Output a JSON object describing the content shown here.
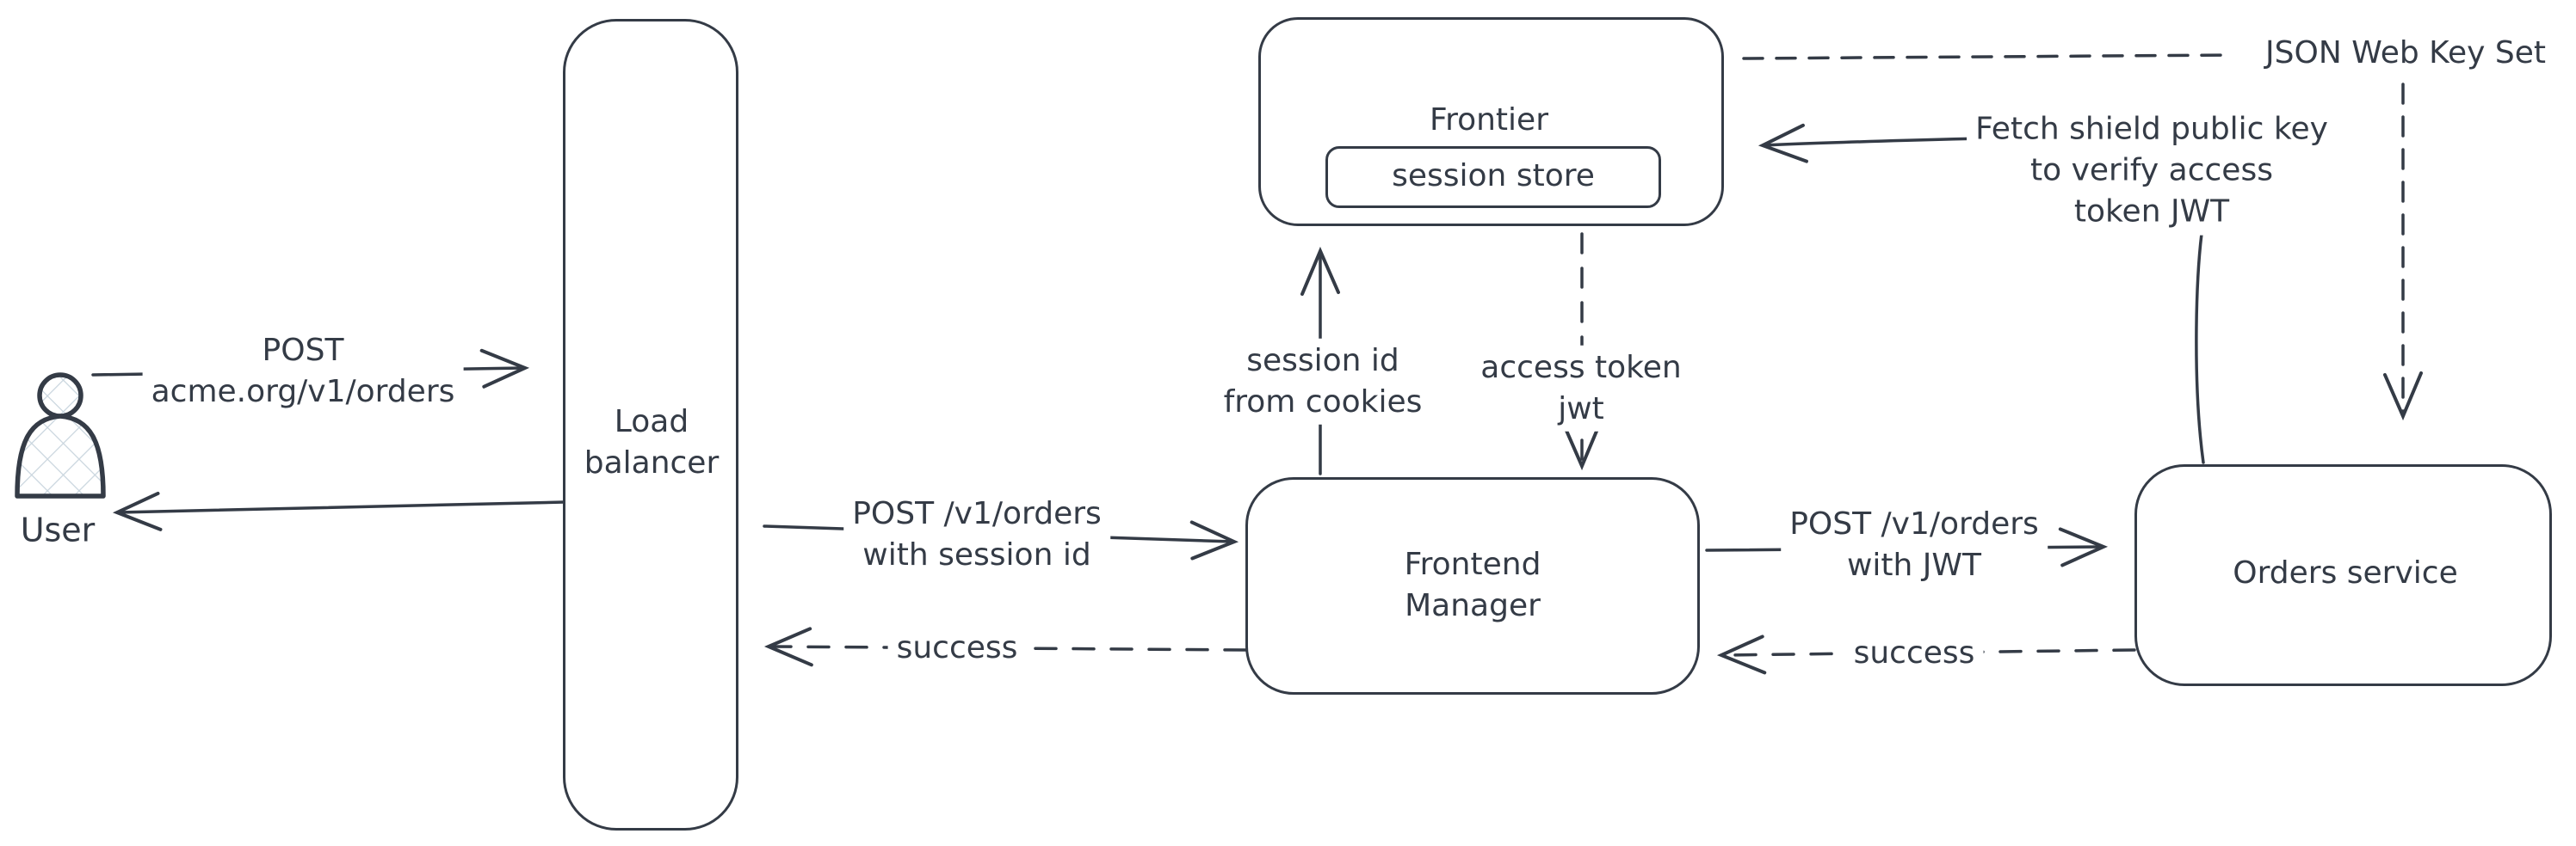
{
  "diagram": {
    "colors": {
      "stroke": "#343b46",
      "hatch_fill": "#c9d5de",
      "background": "#ffffff"
    },
    "nodes": {
      "user": {
        "label": "User"
      },
      "load_balancer": {
        "line1": "Load",
        "line2": "balancer"
      },
      "frontier": {
        "label": "Frontier",
        "session_store": "session store"
      },
      "frontend_manager": {
        "line1": "Frontend",
        "line2": "Manager"
      },
      "orders_service": {
        "label": "Orders service"
      }
    },
    "edges": {
      "user_to_lb": {
        "line1": "POST",
        "line2": "acme.org/v1/orders"
      },
      "lb_to_fm": {
        "line1": "POST /v1/orders",
        "line2": "with session id"
      },
      "fm_to_lb": {
        "label": "success"
      },
      "fm_to_frontier": {
        "line1": "session id",
        "line2": "from cookies"
      },
      "frontier_to_fm": {
        "line1": "access token",
        "line2": "jwt"
      },
      "fm_to_orders": {
        "line1": "POST /v1/orders",
        "line2": "with JWT"
      },
      "orders_to_fm": {
        "label": "success"
      },
      "jwks": {
        "label": "JSON Web Key Set"
      },
      "fetch_key": {
        "line1": "Fetch shield public key",
        "line2": "to verify access",
        "line3": "token JWT"
      }
    }
  }
}
